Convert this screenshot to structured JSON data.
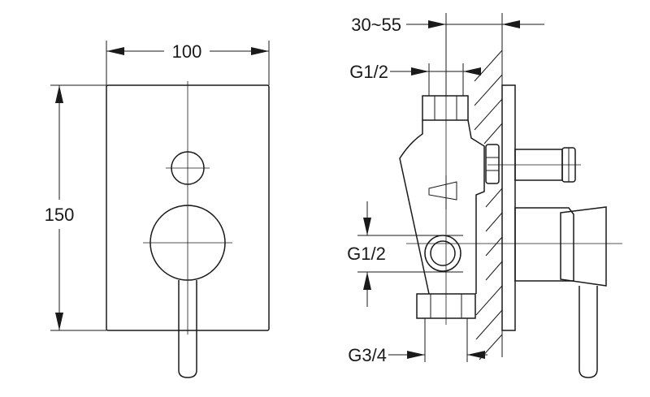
{
  "front_view": {
    "width_label": "100",
    "height_label": "150"
  },
  "side_view": {
    "depth_range_label": "30~55",
    "top_connection_label": "G1/2",
    "middle_connection_label": "G1/2",
    "bottom_connection_label": "G3/4"
  }
}
